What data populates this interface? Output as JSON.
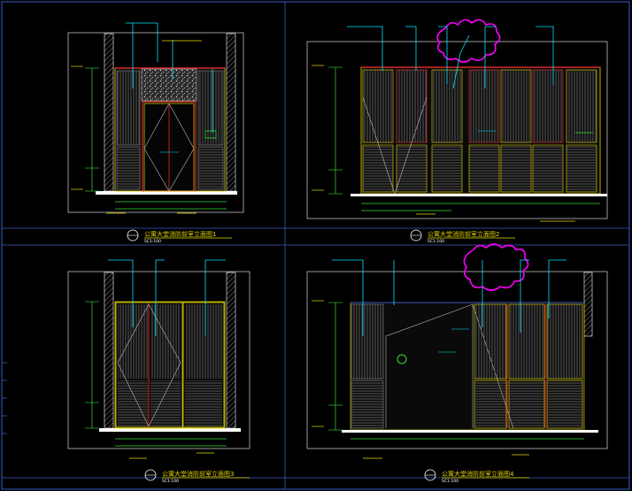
{
  "drawing": {
    "panels": [
      {
        "id": "1",
        "title": "公寓大堂消防前室立面图1",
        "scale": "SC1:100"
      },
      {
        "id": "2",
        "title": "公寓大堂消防前室立面图2",
        "scale": "SC1:100"
      },
      {
        "id": "3",
        "title": "公寓大堂消防前室立面图3",
        "scale": "SC1:100"
      },
      {
        "id": "4",
        "title": "公寓大堂消防前室立面图4",
        "scale": "SC1:100"
      }
    ],
    "colors": {
      "background": "#000000",
      "frame": "#3a5cc8",
      "wall": "#ffffff",
      "cyan": "#00e5ff",
      "yellow": "#e8d800",
      "green": "#35e035",
      "red": "#ff3030",
      "magenta": "#ff00ff",
      "grey": "#9a9a9a"
    }
  }
}
